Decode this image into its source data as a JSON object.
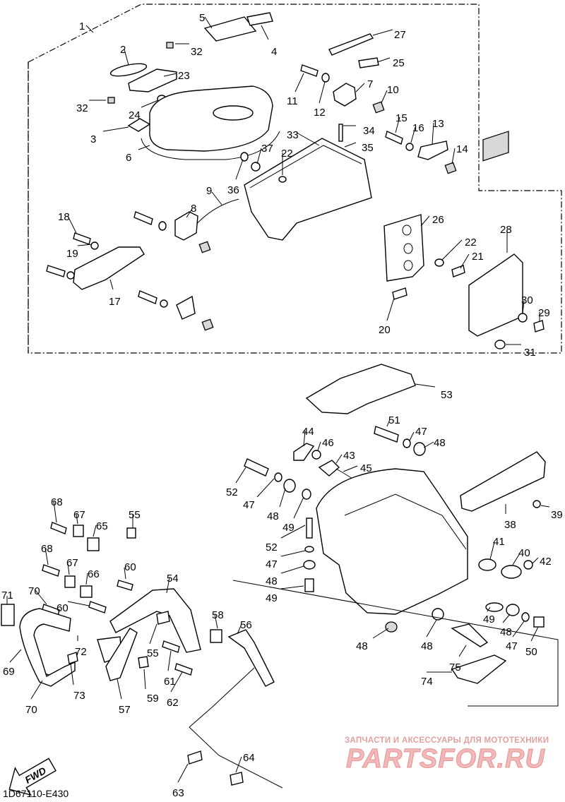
{
  "diagram": {
    "footer_code": "1D67110-E430",
    "fwd_label": "FWD",
    "watermark": {
      "tagline": "ЗАПЧАСТИ И АКСЕССУАРЫ ДЛЯ МОТОТЕХНИКИ",
      "logo_text": "PARTSFOR.RU"
    },
    "callouts": [
      "1",
      "2",
      "3",
      "4",
      "5",
      "6",
      "7",
      "8",
      "9",
      "10",
      "11",
      "12",
      "13",
      "14",
      "15",
      "16",
      "17",
      "18",
      "19",
      "20",
      "21",
      "22",
      "23",
      "24",
      "25",
      "26",
      "27",
      "28",
      "29",
      "30",
      "31",
      "32",
      "33",
      "34",
      "35",
      "36",
      "37",
      "38",
      "39",
      "40",
      "41",
      "42",
      "43",
      "44",
      "45",
      "46",
      "47",
      "48",
      "49",
      "50",
      "51",
      "52",
      "53",
      "54",
      "55",
      "56",
      "57",
      "58",
      "59",
      "60",
      "61",
      "62",
      "63",
      "64",
      "65",
      "66",
      "67",
      "68",
      "69",
      "70",
      "71",
      "72",
      "73",
      "74",
      "75"
    ]
  }
}
